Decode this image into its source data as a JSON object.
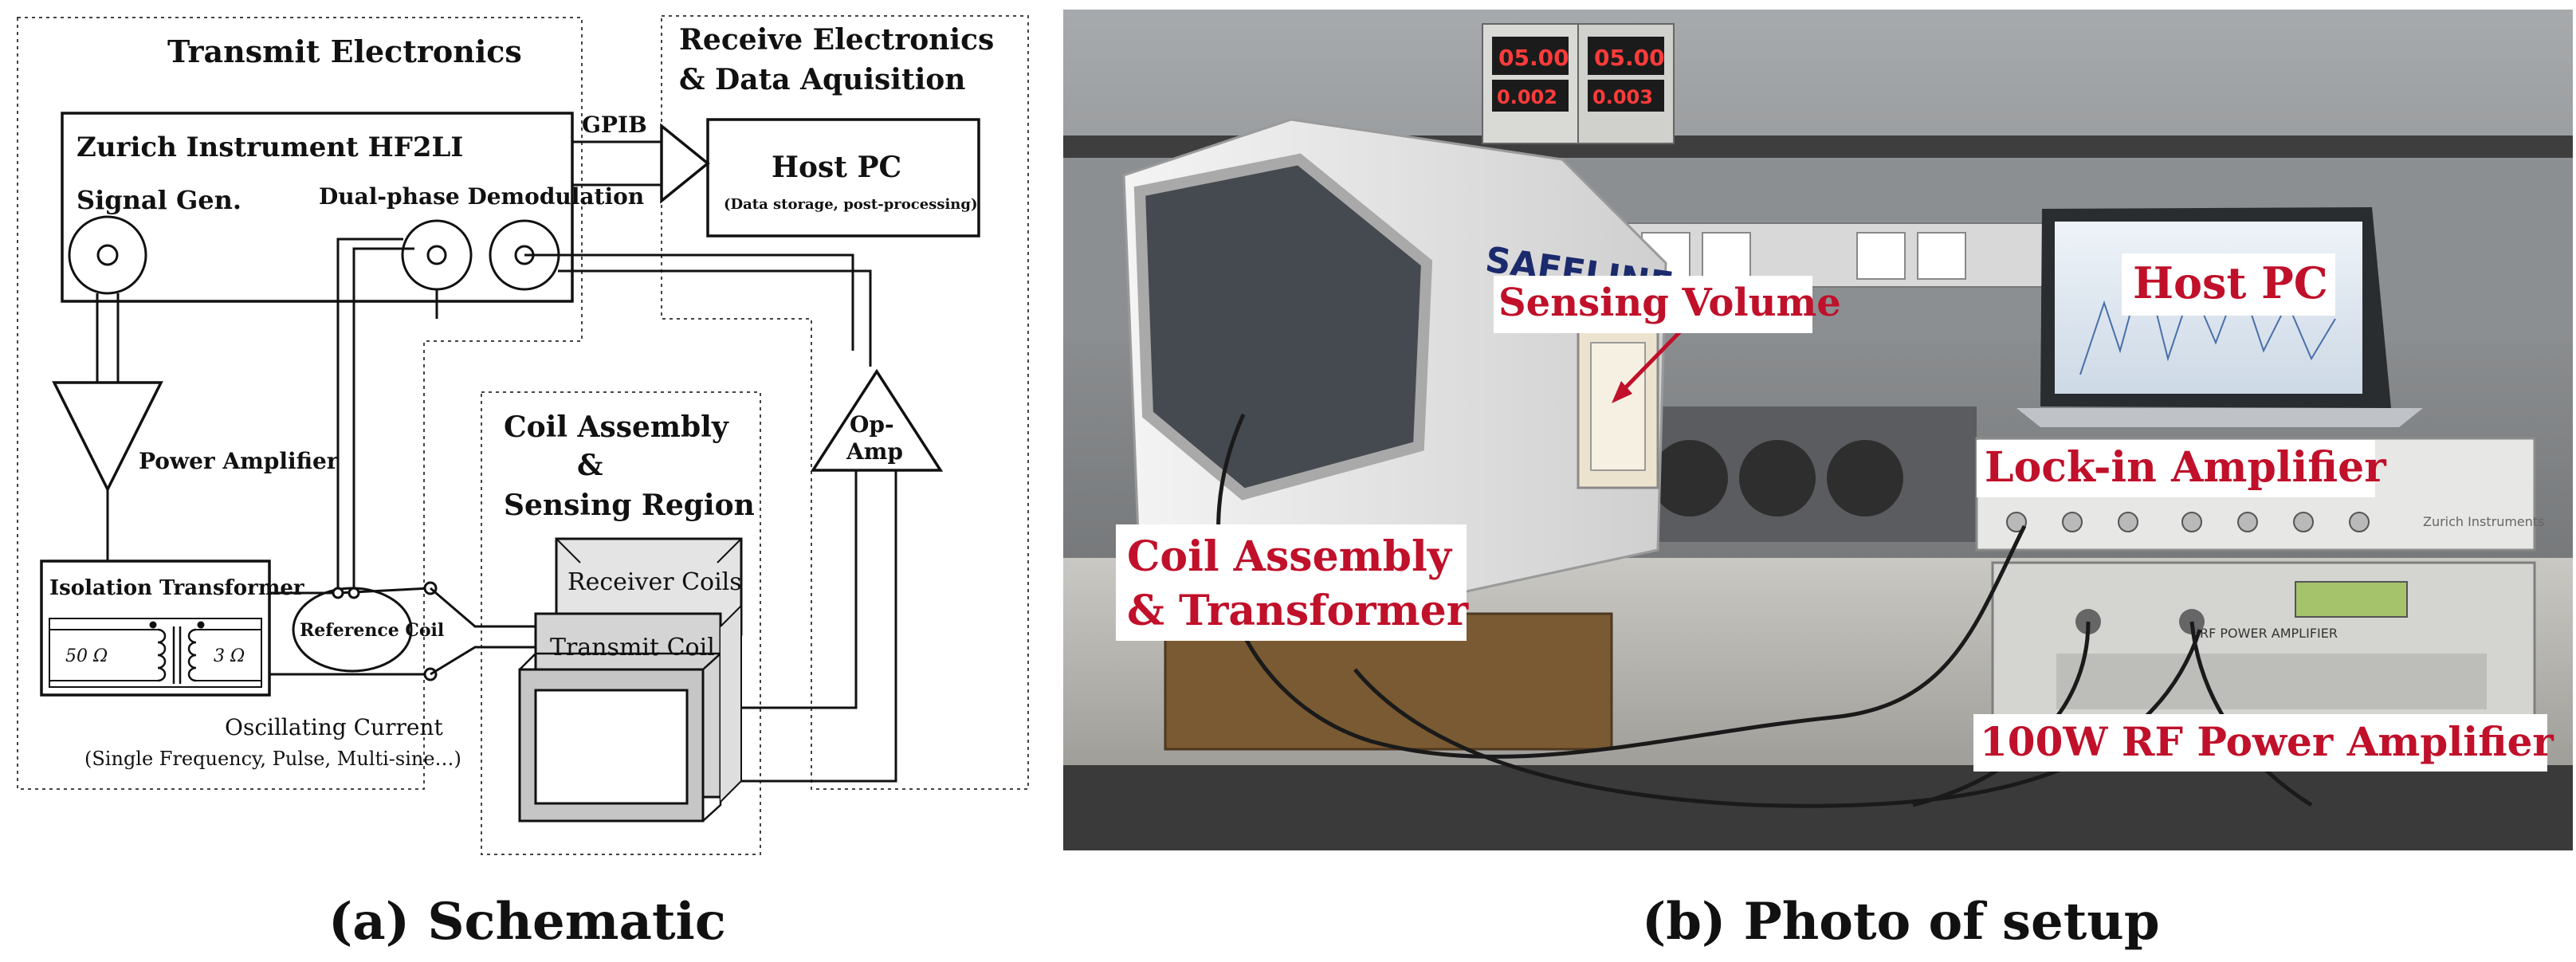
{
  "schematic": {
    "transmit_title": "Transmit Electronics",
    "receive_title_line1": "Receive Electronics",
    "receive_title_line2": "& Data Aquisition",
    "instrument_name": "Zurich Instrument HF2LI",
    "signal_gen": "Signal Gen.",
    "demodulation": "Dual-phase Demodulation",
    "gpib": "GPIB",
    "host_pc": "Host PC",
    "host_pc_note": "(Data storage, post-processing)",
    "power_amplifier": "Power Amplifier",
    "isolation_transformer": "Isolation Transformer",
    "impedance_primary": "50 Ω",
    "impedance_secondary": "3 Ω",
    "reference_coil": "Reference Coil",
    "oscillating_current": "Oscillating Current",
    "oscillating_current_note": "(Single Frequency, Pulse, Multi-sine…)",
    "coil_assembly_line1": "Coil Assembly",
    "coil_assembly_line2": "&",
    "coil_assembly_line3": "Sensing Region",
    "receiver_coils": "Receiver Coils",
    "transmit_coil": "Transmit Coil",
    "op_amp_line1": "Op-",
    "op_amp_line2": "Amp"
  },
  "photo": {
    "label_sensing_volume": "Sensing Volume",
    "label_host_pc": "Host PC",
    "label_lockin": "Lock-in Amplifier",
    "label_coil_line1": "Coil Assembly",
    "label_coil_line2": "& Transformer",
    "label_rf_amp": "100W RF Power Amplifier",
    "brand_safeline": "SAFELINE",
    "brand_zurich": "Zurich Instruments",
    "rf_amp_panel": "RF POWER AMPLIFIER",
    "psu_readout_1a": "05.00",
    "psu_readout_1b": "0.002",
    "psu_readout_2a": "05.00",
    "psu_readout_2b": "0.003"
  },
  "captions": {
    "a": "(a) Schematic",
    "b": "(b) Photo of setup"
  },
  "colors": {
    "label_red": "#c0102a",
    "line": "#111111",
    "box_dashed": "#444444",
    "coil_face": "#d4d4d4",
    "coil_front": "#bdbdbd"
  }
}
